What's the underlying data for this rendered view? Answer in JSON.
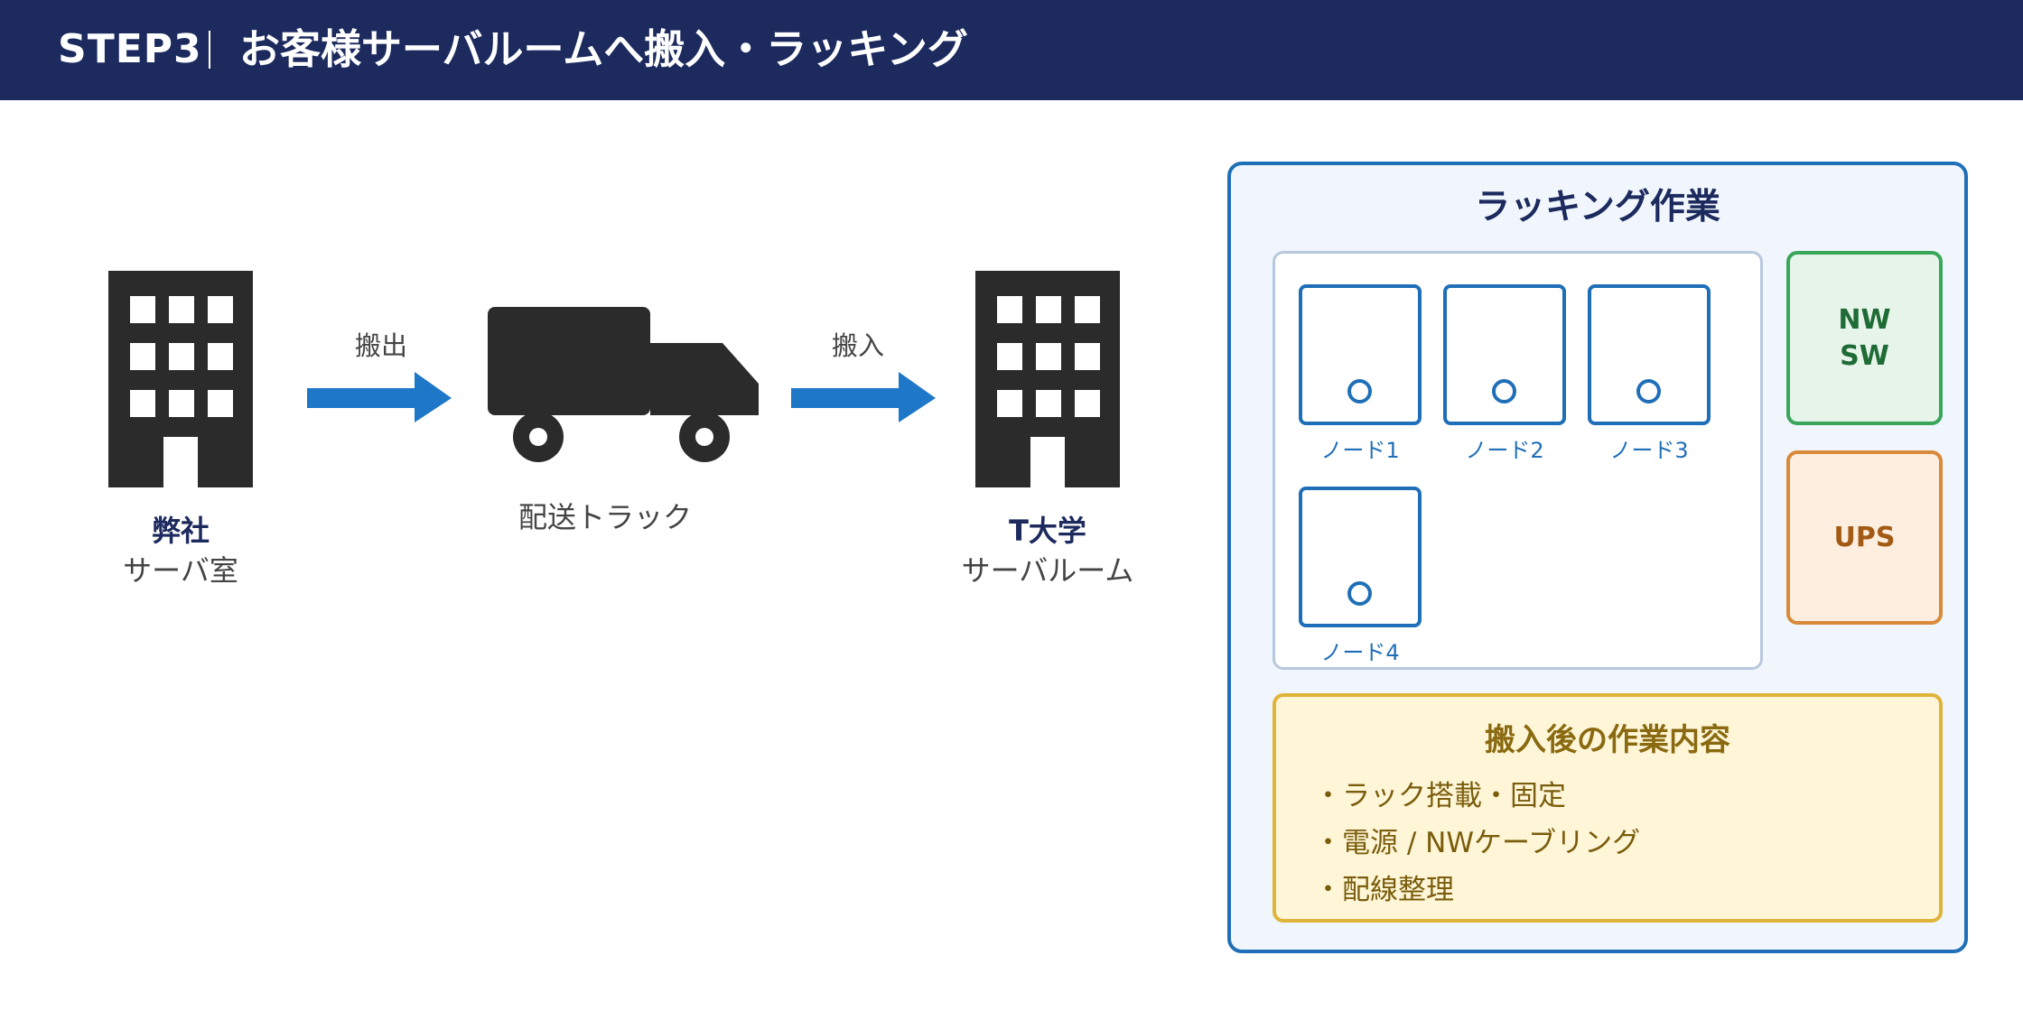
{
  "header": {
    "step": "STEP3",
    "title": "お客様サーバルームへ搬入・ラッキング"
  },
  "flow": {
    "source": {
      "name": "弊社",
      "sub": "サーバ室",
      "icon": "building-icon"
    },
    "carry_out": {
      "label": "搬出",
      "icon": "arrow-right-icon"
    },
    "truck": {
      "label": "配送トラック",
      "icon": "truck-icon"
    },
    "carry_in": {
      "label": "搬入",
      "icon": "arrow-right-icon"
    },
    "destination": {
      "name": "T大学",
      "sub": "サーバルーム",
      "icon": "building-icon"
    }
  },
  "racking": {
    "title": "ラッキング作業",
    "nodes": [
      "ノード1",
      "ノード2",
      "ノード3",
      "ノード4"
    ],
    "nw_switch": [
      "NW",
      "SW"
    ],
    "ups": "UPS"
  },
  "work": {
    "title": "搬入後の作業内容",
    "items": [
      "・ラック搭載・固定",
      "・電源 / NWケーブリング",
      "・配線整理"
    ]
  },
  "colors": {
    "header_bg": "#1c2a5e",
    "accent_blue": "#1f6fb8",
    "icon_dark": "#2b2b2b",
    "nw_green": "#3aa65a",
    "ups_orange": "#d9893a",
    "work_yellow": "#e0b43a"
  }
}
